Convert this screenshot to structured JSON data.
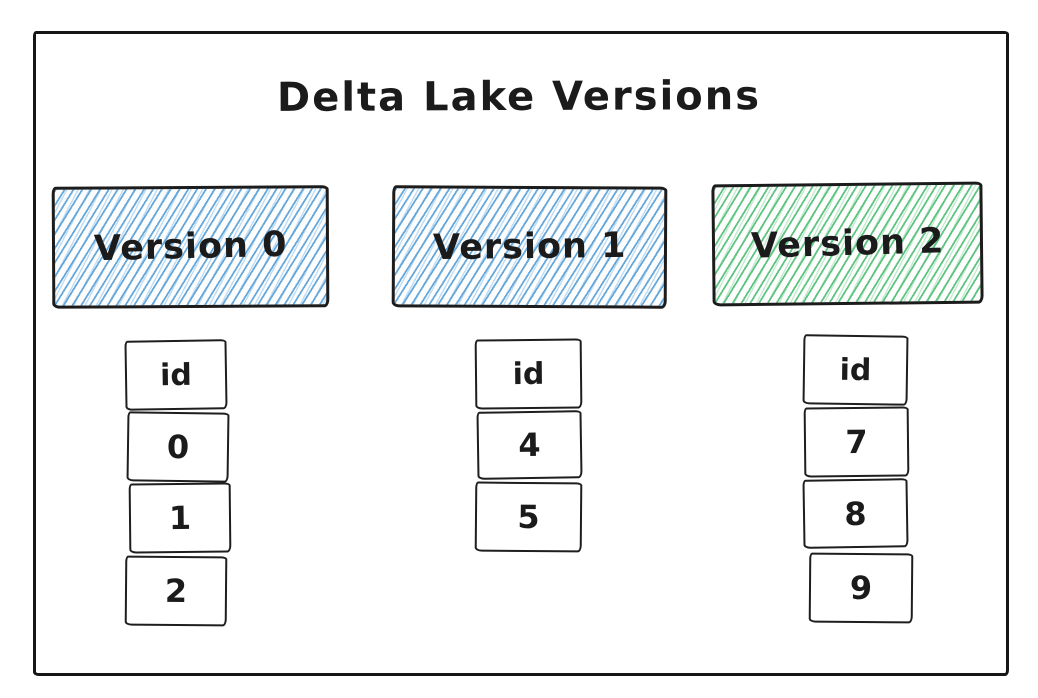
{
  "title": "Delta Lake Versions",
  "colors": {
    "frame_border": "#161616",
    "blue_hatch": "#60a4d8",
    "green_hatch": "#58c17b",
    "gray_hatch": "#afafaf",
    "ink": "#1b1b1b"
  },
  "versions": [
    {
      "label": "Version 0",
      "fill": "blue",
      "column": {
        "header": "id",
        "rows": [
          "0",
          "1",
          "2"
        ]
      }
    },
    {
      "label": "Version 1",
      "fill": "blue",
      "column": {
        "header": "id",
        "rows": [
          "4",
          "5"
        ]
      }
    },
    {
      "label": "Version 2",
      "fill": "green",
      "column": {
        "header": "id",
        "rows": [
          "7",
          "8",
          "9"
        ]
      }
    }
  ]
}
